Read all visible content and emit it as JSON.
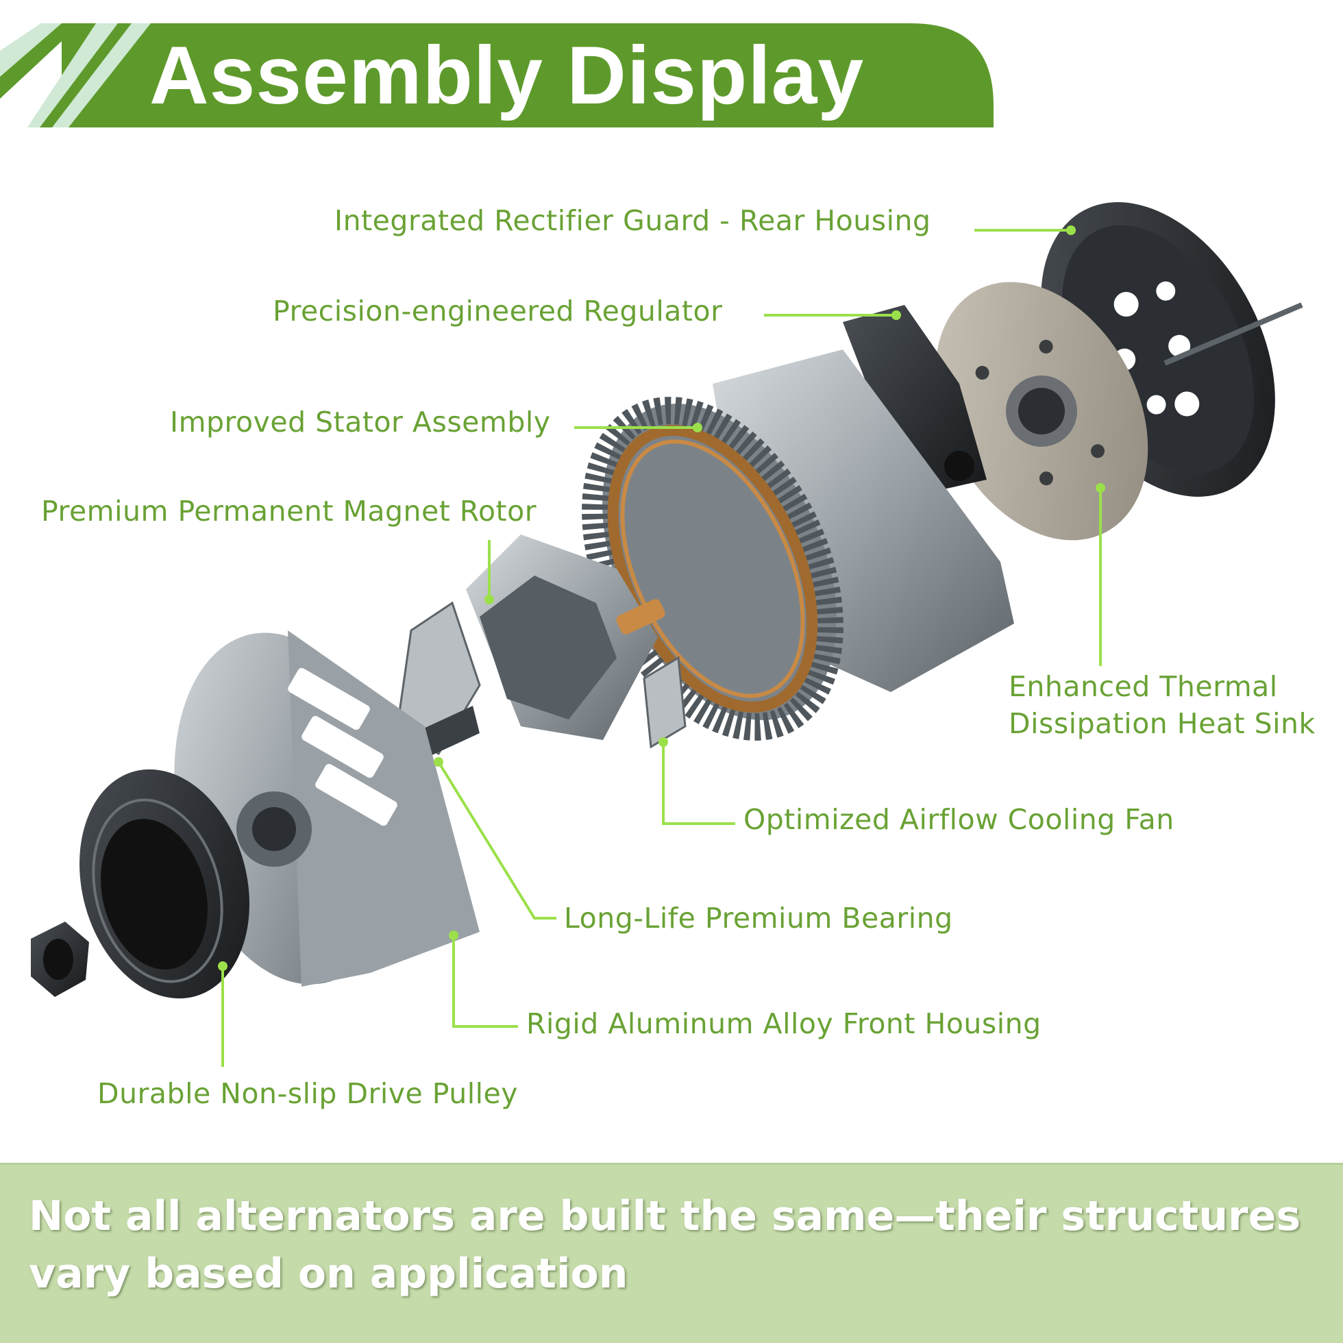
{
  "header": {
    "title": "Assembly Display"
  },
  "callouts": {
    "rear_housing": "Integrated Rectifier Guard - Rear Housing",
    "regulator": "Precision-engineered Regulator",
    "stator": "Improved Stator Assembly",
    "rotor": "Premium Permanent Magnet Rotor",
    "heat_sink_line1": "Enhanced Thermal",
    "heat_sink_line2": "Dissipation Heat Sink",
    "fan": "Optimized Airflow Cooling Fan",
    "bearing": "Long-Life Premium Bearing",
    "front_housing": "Rigid Aluminum Alloy Front Housing",
    "pulley": "Durable Non-slip Drive Pulley"
  },
  "footer": {
    "text": "Not all alternators are built the same—their structures vary based on application"
  },
  "colors": {
    "banner_green": "#5e9a2b",
    "stripe_light": "#cfe9d4",
    "label_green": "#69a234",
    "leader_line": "#9be04a",
    "footer_bg": "#c5dba9"
  }
}
